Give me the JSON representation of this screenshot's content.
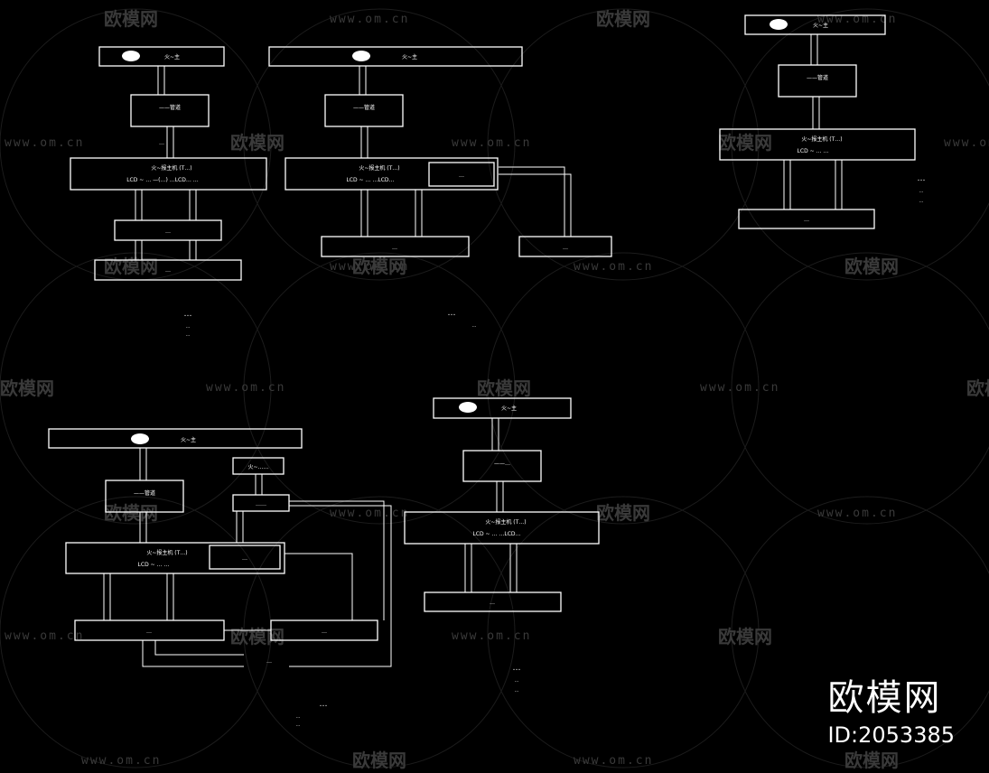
{
  "watermark": {
    "url": "www.om.cn",
    "logo": "欧模网"
  },
  "brand": {
    "name": "欧模网",
    "id": "ID:2053385"
  },
  "diagrams": [
    {
      "top": "火~主",
      "control": "——管道",
      "panel": "火~报主机 (T…)",
      "panel_sub": "LCD  ~ …   —(…)   …LCD…   …",
      "mid": "…",
      "bottom": "…",
      "caption": "…",
      "note1": "…",
      "note2": "…"
    },
    {
      "top": "火~主",
      "control": "——管道",
      "panel": "火~报主机 (T…)",
      "panel_sub": "LCD  ~ …   …LCD…",
      "side": "…",
      "bottom": "…",
      "right_box": "…",
      "caption": "…",
      "note1": "…"
    },
    {
      "top": "火~主",
      "control": "——管道",
      "panel": "火~报主机 (T…)",
      "panel_sub": "LCD  ~ …   …",
      "bottom": "…",
      "caption": "…",
      "note1": "…",
      "note2": "…"
    },
    {
      "top": "火~主",
      "control": "——管道",
      "aux": "火~……",
      "aux2": "……",
      "panel": "火~报主机 (T…)",
      "panel_sub": "LCD  ~ …   …",
      "side": "…",
      "bottom": "…",
      "right_box": "…",
      "curve": "…",
      "caption": "…",
      "note1": "…",
      "note2": "…"
    },
    {
      "top": "火~主",
      "control": "——…",
      "panel": "火~报主机 (T…)",
      "panel_sub": "LCD  ~ …   …LCD…",
      "bottom": "…",
      "caption": "…",
      "note1": "…",
      "note2": "…"
    }
  ]
}
